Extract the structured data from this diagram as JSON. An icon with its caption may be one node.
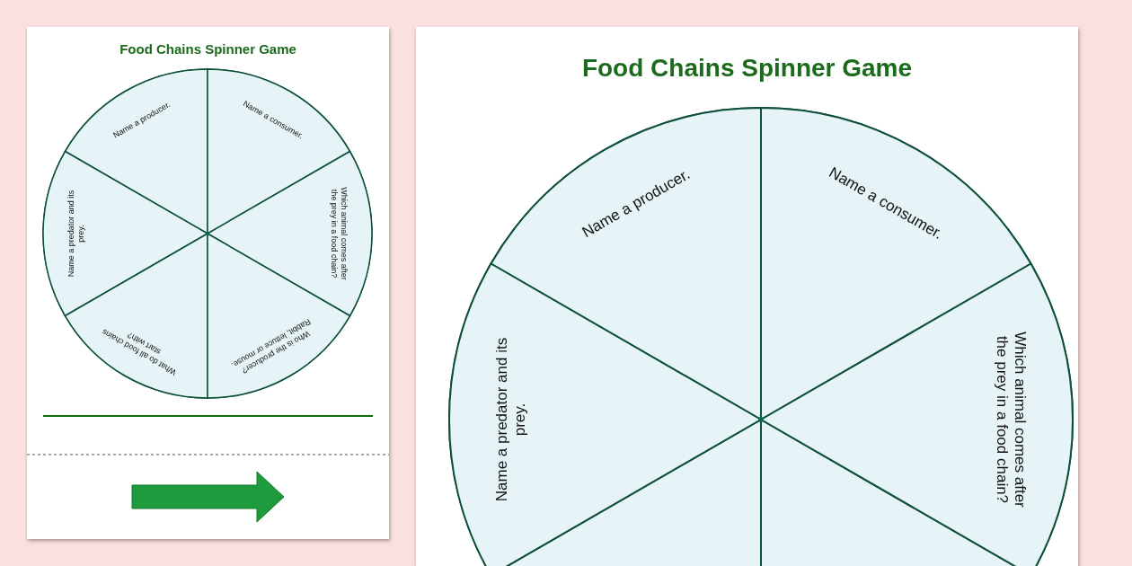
{
  "diagram": {
    "nodes": [
      {
        "text": [
          "Food Chains Spinner Game"
        ]
      },
      {
        "text": [
          "Name a producer."
        ],
        "in": 0
      },
      {
        "text": [
          "Name a consumer."
        ],
        "in": 0
      },
      {
        "text": [
          "Name a predator and its prey."
        ],
        "in": 0
      },
      {
        "text": [
          "Which animal comes after the prey in a food chain?"
        ],
        "in": 0
      },
      {
        "text": [
          "What do all food chains start with?"
        ],
        "in": 0
      },
      {
        "text": [
          "Who is the producer?",
          "Rabbit, lettuce or mouse."
        ],
        "in": 0
      },
      {
        "text": [
          "Food Chains Spinner Game"
        ]
      },
      {
        "text": [
          "Name a producer."
        ],
        "in": 7
      },
      {
        "text": [
          "Name a consumer."
        ],
        "in": 7
      },
      {
        "text": [
          "Name a predator and its prey."
        ],
        "in": 7
      },
      {
        "text": [
          "Which animal comes after the prey in a food chain?"
        ],
        "in": 7
      }
    ]
  }
}
